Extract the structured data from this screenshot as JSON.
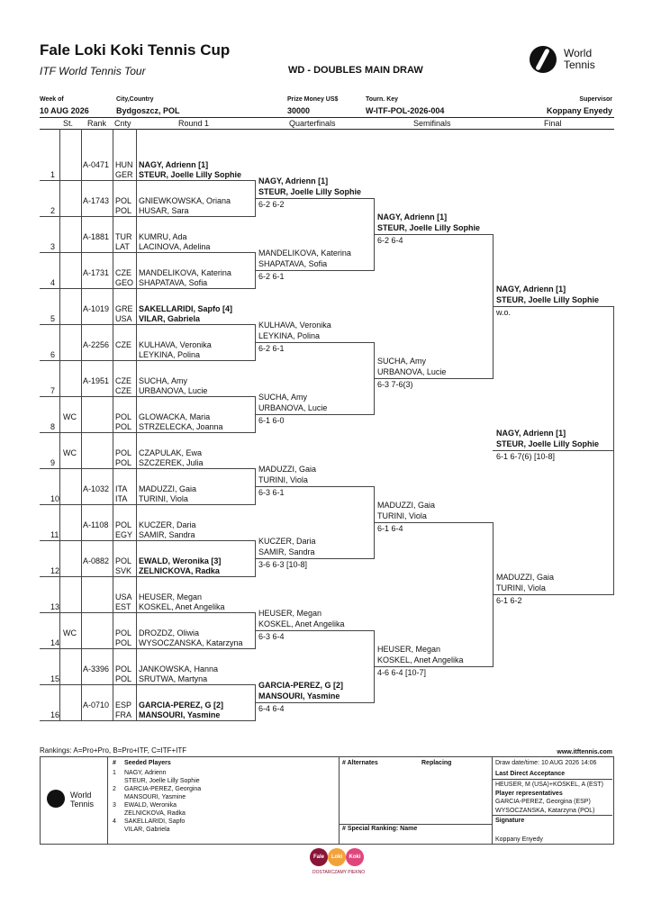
{
  "header": {
    "title": "Fale Loki Koki Tennis Cup",
    "subtitle": "ITF World Tennis Tour",
    "draw_name": "WD - DOUBLES MAIN DRAW",
    "logo_line1": "World",
    "logo_line2": "Tennis"
  },
  "info": {
    "week_label": "Week of",
    "week_value": "10 AUG 2026",
    "city_label": "City,Country",
    "city_value": "Bydgoszcz, POL",
    "prize_label": "Prize Money US$",
    "prize_value": "30000",
    "key_label": "Tourn. Key",
    "key_value": "W-ITF-POL-2026-004",
    "supervisor_label": "Supervisor",
    "supervisor_value": "Koppany Enyedy"
  },
  "columns": {
    "st": "St.",
    "rank": "Rank",
    "cnty": "Cnty",
    "round1": "Round 1",
    "qf": "Quarterfinals",
    "sf": "Semifinals",
    "final": "Final"
  },
  "entries": [
    {
      "n": "1",
      "st": "",
      "rank": "A-0471",
      "c1": "HUN",
      "c2": "GER",
      "p1": "NAGY, Adrienn [1]",
      "p2": "STEUR, Joelle Lilly Sophie",
      "bold": true
    },
    {
      "n": "2",
      "st": "",
      "rank": "A-1743",
      "c1": "POL",
      "c2": "POL",
      "p1": "GNIEWKOWSKA, Oriana",
      "p2": "HUSAR, Sara",
      "bold": false
    },
    {
      "n": "3",
      "st": "",
      "rank": "A-1881",
      "c1": "TUR",
      "c2": "LAT",
      "p1": "KUMRU, Ada",
      "p2": "LACINOVA, Adelina",
      "bold": false
    },
    {
      "n": "4",
      "st": "",
      "rank": "A-1731",
      "c1": "CZE",
      "c2": "GEO",
      "p1": "MANDELIKOVA, Katerina",
      "p2": "SHAPATAVA, Sofia",
      "bold": false
    },
    {
      "n": "5",
      "st": "",
      "rank": "A-1019",
      "c1": "GRE",
      "c2": "USA",
      "p1": "SAKELLARIDI, Sapfo [4]",
      "p2": "VILAR, Gabriela",
      "bold": true
    },
    {
      "n": "6",
      "st": "",
      "rank": "A-2256",
      "c1": "CZE",
      "c2": "",
      "p1": "KULHAVA, Veronika",
      "p2": "LEYKINA, Polina",
      "bold": false
    },
    {
      "n": "7",
      "st": "",
      "rank": "A-1951",
      "c1": "CZE",
      "c2": "CZE",
      "p1": "SUCHA, Amy",
      "p2": "URBANOVA, Lucie",
      "bold": false
    },
    {
      "n": "8",
      "st": "WC",
      "rank": "",
      "c1": "POL",
      "c2": "POL",
      "p1": "GLOWACKA, Maria",
      "p2": "STRZELECKA, Joanna",
      "bold": false
    },
    {
      "n": "9",
      "st": "WC",
      "rank": "",
      "c1": "POL",
      "c2": "POL",
      "p1": "CZAPULAK, Ewa",
      "p2": "SZCZEREK, Julia",
      "bold": false
    },
    {
      "n": "10",
      "st": "",
      "rank": "A-1032",
      "c1": "ITA",
      "c2": "ITA",
      "p1": "MADUZZI, Gaia",
      "p2": "TURINI, Viola",
      "bold": false
    },
    {
      "n": "11",
      "st": "",
      "rank": "A-1108",
      "c1": "POL",
      "c2": "EGY",
      "p1": "KUCZER, Daria",
      "p2": "SAMIR, Sandra",
      "bold": false
    },
    {
      "n": "12",
      "st": "",
      "rank": "A-0882",
      "c1": "POL",
      "c2": "SVK",
      "p1": "EWALD, Weronika [3]",
      "p2": "ZELNICKOVA, Radka",
      "bold": true
    },
    {
      "n": "13",
      "st": "",
      "rank": "",
      "c1": "USA",
      "c2": "EST",
      "p1": "HEUSER, Megan",
      "p2": "KOSKEL, Anet Angelika",
      "bold": false
    },
    {
      "n": "14",
      "st": "WC",
      "rank": "",
      "c1": "POL",
      "c2": "POL",
      "p1": "DROZDZ, Oliwia",
      "p2": "WYSOCZANSKA, Katarzyna",
      "bold": false
    },
    {
      "n": "15",
      "st": "",
      "rank": "A-3396",
      "c1": "POL",
      "c2": "POL",
      "p1": "JANKOWSKA, Hanna",
      "p2": "SRUTWA, Martyna",
      "bold": false
    },
    {
      "n": "16",
      "st": "",
      "rank": "A-0710",
      "c1": "ESP",
      "c2": "FRA",
      "p1": "GARCIA-PEREZ, G [2]",
      "p2": "MANSOURI, Yasmine",
      "bold": true
    }
  ],
  "qf": [
    {
      "p1": "NAGY, Adrienn [1]",
      "p2": "STEUR, Joelle Lilly Sophie",
      "score": "6-2 6-2",
      "bold": true
    },
    {
      "p1": "MANDELIKOVA, Katerina",
      "p2": "SHAPATAVA, Sofia",
      "score": "6-2 6-1",
      "bold": false
    },
    {
      "p1": "KULHAVA, Veronika",
      "p2": "LEYKINA, Polina",
      "score": "6-2 6-1",
      "bold": false
    },
    {
      "p1": "SUCHA, Amy",
      "p2": "URBANOVA, Lucie",
      "score": "6-1 6-0",
      "bold": false
    },
    {
      "p1": "MADUZZI, Gaia",
      "p2": "TURINI, Viola",
      "score": "6-3 6-1",
      "bold": false
    },
    {
      "p1": "KUCZER, Daria",
      "p2": "SAMIR, Sandra",
      "score": "3-6 6-3 [10-8]",
      "bold": false
    },
    {
      "p1": "HEUSER, Megan",
      "p2": "KOSKEL, Anet Angelika",
      "score": "6-3 6-4",
      "bold": false
    },
    {
      "p1": "GARCIA-PEREZ, G [2]",
      "p2": "MANSOURI, Yasmine",
      "score": "6-4 6-4",
      "bold": true
    }
  ],
  "sf": [
    {
      "p1": "NAGY, Adrienn [1]",
      "p2": "STEUR, Joelle Lilly Sophie",
      "score": "6-2 6-4",
      "bold": true
    },
    {
      "p1": "SUCHA, Amy",
      "p2": "URBANOVA, Lucie",
      "score": "6-3 7-6(3)",
      "bold": false
    },
    {
      "p1": "MADUZZI, Gaia",
      "p2": "TURINI, Viola",
      "score": "6-1 6-4",
      "bold": false
    },
    {
      "p1": "HEUSER, Megan",
      "p2": "KOSKEL, Anet Angelika",
      "score": "4-6 6-4 [10-7]",
      "bold": false
    }
  ],
  "final": [
    {
      "p1": "NAGY, Adrienn [1]",
      "p2": "STEUR, Joelle Lilly Sophie",
      "score": "w.o.",
      "bold": true
    },
    {
      "p1": "MADUZZI, Gaia",
      "p2": "TURINI, Viola",
      "score": "6-1 6-2",
      "bold": false
    }
  ],
  "champion": {
    "p1": "NAGY, Adrienn [1]",
    "p2": "STEUR, Joelle Lilly Sophie",
    "score": "6-1 6-7(6) [10-8]"
  },
  "footer": {
    "rankings_note": "Rankings: A=Pro+Pro, B=Pro+ITF, C=ITF+ITF",
    "website": "www.itftennis.com",
    "seeded_hash": "#",
    "seeded_title": "Seeded Players",
    "seeds": [
      {
        "n": "1",
        "a": "NAGY, Adrienn",
        "b": "STEUR, Joelle Lilly Sophie"
      },
      {
        "n": "2",
        "a": "GARCIA-PEREZ, Georgina",
        "b": "MANSOURI, Yasmine"
      },
      {
        "n": "3",
        "a": "EWALD, Weronika",
        "b": "ZELNICKOVA, Radka"
      },
      {
        "n": "4",
        "a": "SAKELLARIDI, Sapfo",
        "b": "VILAR, Gabriela"
      }
    ],
    "alternates": "# Alternates",
    "replacing": "Replacing",
    "special_ranking": "# Special Ranking: Name",
    "draw_date": "Draw date/time:  10 AUG 2026 14:06",
    "lda_label": "Last Direct Acceptance",
    "lda_value": "HEUSER, M (USA)+KOSKEL, A (EST)",
    "rep_label": "Player representatives",
    "rep1": "GARCIA-PEREZ, Georgina (ESP)",
    "rep2": "WYSOCZANSKA, Katarzyna (POL)",
    "signature_label": "Signature",
    "signature_name": "Koppany Enyedy",
    "logo_line1": "World",
    "logo_line2": "Tennis"
  },
  "sponsor": {
    "w1": "Fale",
    "w2": "Loki",
    "w3": "Koki",
    "tagline": "DOSTARCZAMY PIEKNO",
    "colors": [
      "#8b1538",
      "#f2a23a",
      "#e0457b"
    ]
  }
}
